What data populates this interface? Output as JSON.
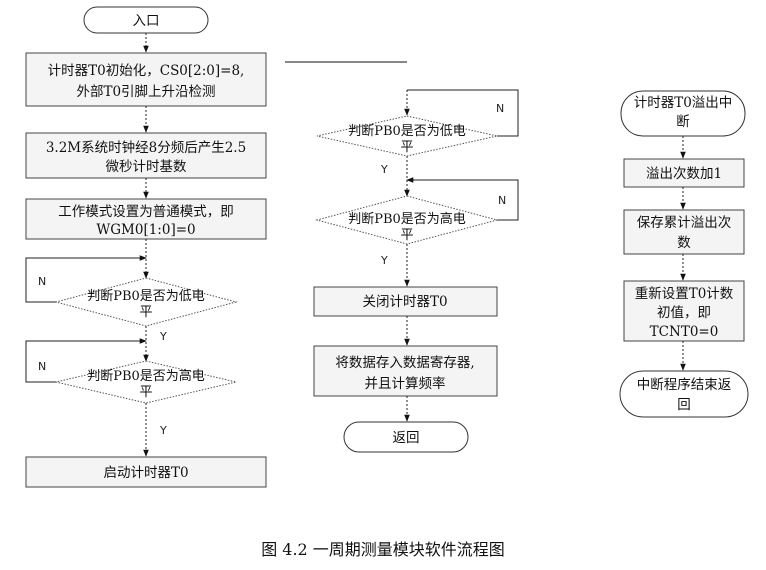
{
  "left_column": {
    "start": "入口",
    "init_line1": "计时器T0初始化，CS0[2:0]=8,",
    "init_line2": "外部T0引脚上升沿检测",
    "clock_line1": "3.2M系统时钟经8分频后产生2.5",
    "clock_line2": "微秒计时基数",
    "mode_line1": "工作模式设置为普通模式，即",
    "mode_line2": "WGM0[1:0]=0",
    "check_low_line1": "判断PB0是否为低电",
    "check_low_line2": "平",
    "check_high_line1": "判断PB0是否为高电",
    "check_high_line2": "平",
    "start_timer": "启动计时器T0"
  },
  "middle_column": {
    "check_low_line1": "判断PB0是否为低电",
    "check_low_line2": "平",
    "check_high_line1": "判断PB0是否为高电",
    "check_high_line2": "平",
    "stop_timer": "关闭计时器T0",
    "store_line1": "将数据存入数据寄存器,",
    "store_line2": "并且计算频率",
    "return": "返回"
  },
  "right_column": {
    "isr_line1": "计时器T0溢出中",
    "isr_line2": "断",
    "increment": "溢出次数加1",
    "save_line1": "保存累计溢出次",
    "save_line2": "数",
    "reset_line1": "重新设置T0计数",
    "reset_line2": "初值，即",
    "reset_line3": "TCNT0=0",
    "end_line1": "中断程序结束返",
    "end_line2": "回"
  },
  "labels": {
    "yes": "Y",
    "no": "N"
  },
  "caption": "图 4.2   一周期测量模块软件流程图"
}
